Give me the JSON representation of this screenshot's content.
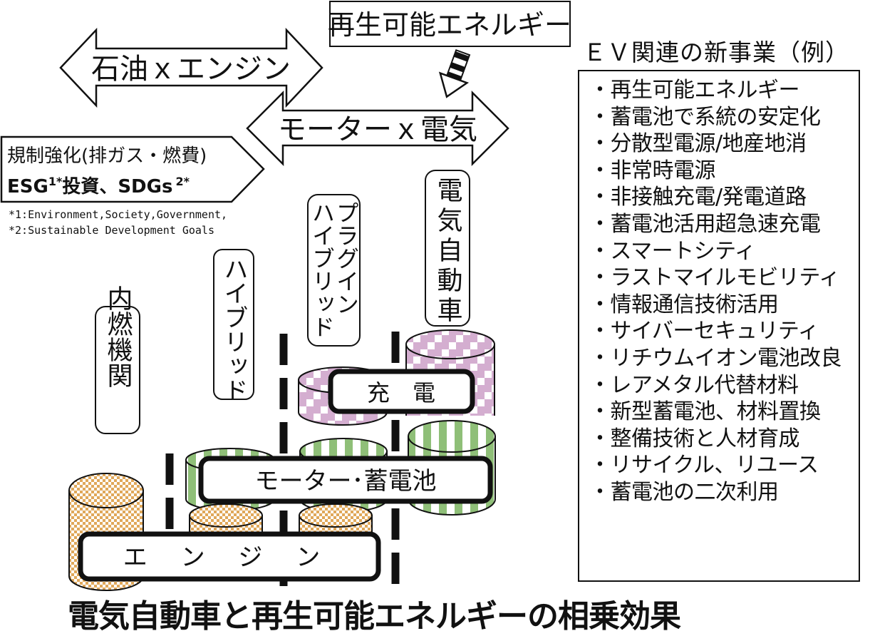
{
  "title": "電気自動車と再生可能エネルギーの相乗効果",
  "arrows": {
    "oil_engine": "石油ｘエンジン",
    "motor_electric": "モーターｘ電気"
  },
  "renewable_box": "再生可能エネルギー",
  "regulation_box": {
    "line1": "規制強化(排ガス・燃費)",
    "line2_prefix": "ESG",
    "line2_sup1": "1*",
    "line2_mid": "投資、SDGs",
    "line2_sup2": "2*"
  },
  "footnotes": [
    "*1:Environment,Society,Government,",
    "*2:Sustainable Development Goals"
  ],
  "vehicle_types": [
    {
      "id": "ice",
      "label": "内燃機関"
    },
    {
      "id": "hybrid",
      "label": "ハイブリッド"
    },
    {
      "id": "phev_line1",
      "label": "プラグイン"
    },
    {
      "id": "phev_line2",
      "label": "ハイブリッド"
    },
    {
      "id": "ev",
      "label": "電気自動車"
    }
  ],
  "component_bars": {
    "charging": "充　電",
    "motor_battery": "モーター･蓄電池",
    "engine": "エ ン ジ ン"
  },
  "colors": {
    "engine_pattern": "#e0a85a",
    "battery_pattern": "#8fbf78",
    "charging_pattern": "#d4aed0",
    "ink": "#111111"
  },
  "ev_business": {
    "title": "ＥＶ関連の新事業（例）",
    "items": [
      "・再生可能エネルギー",
      "・蓄電池で系統の安定化",
      "・分散型電源/地産地消",
      "・非常時電源",
      "・非接触充電/発電道路",
      "・蓄電池活用超急速充電",
      "・スマートシティ",
      "・ラストマイルモビリティ",
      "・情報通信技術活用",
      "・サイバーセキュリティ",
      "・リチウムイオン電池改良",
      "・レアメタル代替材料",
      "・新型蓄電池、材料置換",
      "・整備技術と人材育成",
      "・リサイクル、リユース",
      "・蓄電池の二次利用"
    ]
  }
}
